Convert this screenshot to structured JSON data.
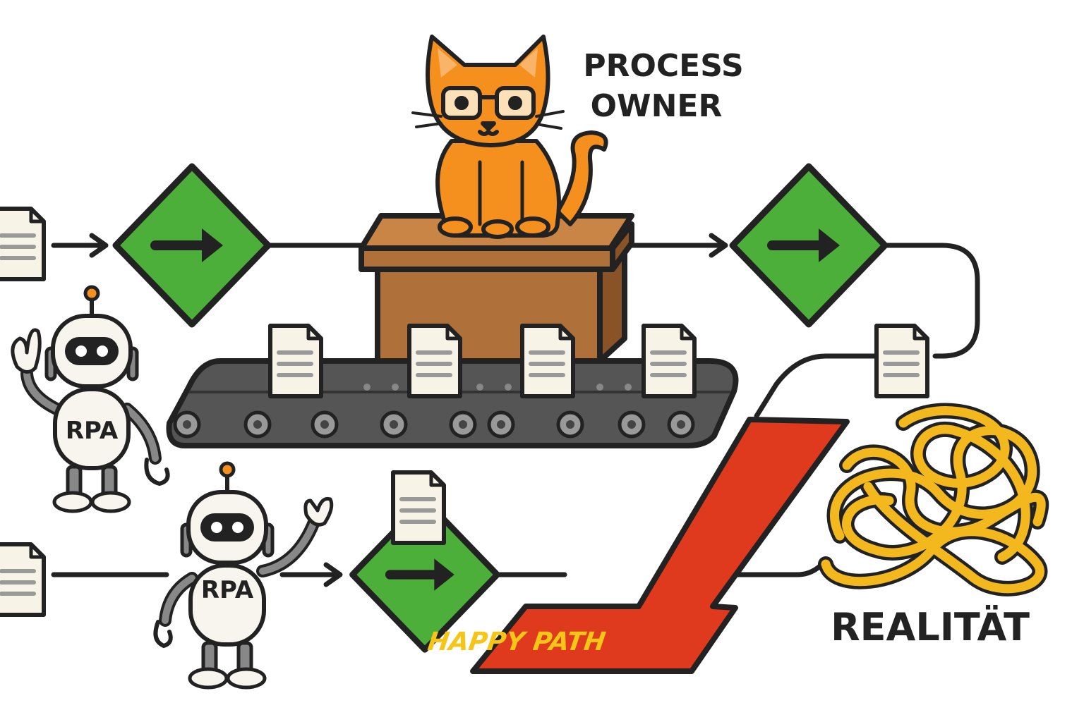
{
  "labels": {
    "process_owner_line1": "PROCESS",
    "process_owner_line2": "OWNER",
    "robot_top": "RPA",
    "robot_bottom": "RPA",
    "happy_path": "HAPPY PATH",
    "reality": "REALITÄT"
  },
  "colors": {
    "outline": "#222222",
    "diamond_green": "#4caf3a",
    "cat_orange": "#f5901e",
    "box_brown": "#b0703a",
    "conveyor_gray": "#555555",
    "carpet_red": "#e03a1e",
    "happy_text": "#f5c518",
    "knot_yellow": "#f2b81d",
    "document_paper": "#f7f3e6",
    "robot_white": "#f7f5ee"
  },
  "icons": {
    "diamond": "arrow-right-icon",
    "document": "document-icon",
    "cat": "cat-icon",
    "robot": "robot-icon",
    "knot": "tangled-knot-icon"
  }
}
